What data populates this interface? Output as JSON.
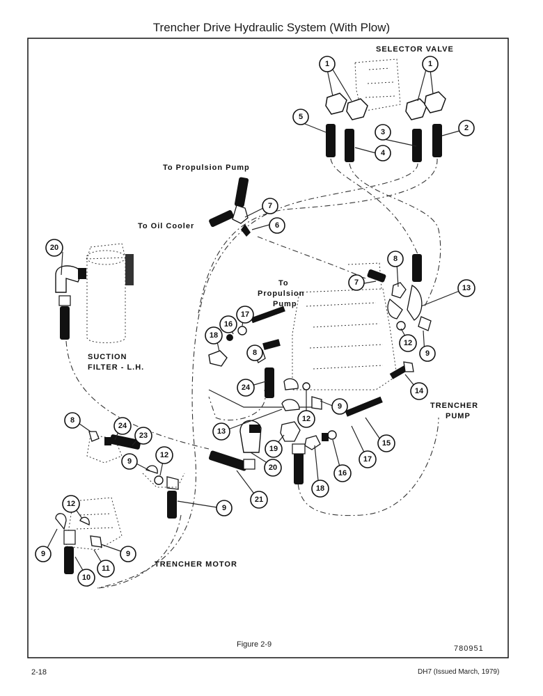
{
  "title": "Trencher Drive Hydraulic System (With Plow)",
  "labels": {
    "selector_valve": "SELECTOR VALVE",
    "to_propulsion_pump": "To Propulsion Pump",
    "to_oil_cooler": "To Oil Cooler",
    "to": "To",
    "propulsion": "Propulsion",
    "pump": "Pump",
    "suction_1": "SUCTION",
    "suction_2": "FILTER - L.H.",
    "trencher_pump_1": "TRENCHER",
    "trencher_pump_2": "PUMP",
    "trencher_motor": "TRENCHER MOTOR"
  },
  "callouts": [
    "1",
    "1",
    "5",
    "4",
    "3",
    "2",
    "7",
    "6",
    "20",
    "8",
    "7",
    "13",
    "12",
    "9",
    "18",
    "16",
    "17",
    "8",
    "24",
    "14",
    "12",
    "9",
    "13",
    "19",
    "20",
    "21",
    "15",
    "17",
    "16",
    "18",
    "8",
    "24",
    "23",
    "9",
    "12",
    "9",
    "12",
    "9",
    "9",
    "10",
    "11"
  ],
  "caption": "Figure 2-9",
  "doc_number": "780951",
  "page_number": "2-18",
  "issue": "DH7 (Issued March, 1979)"
}
